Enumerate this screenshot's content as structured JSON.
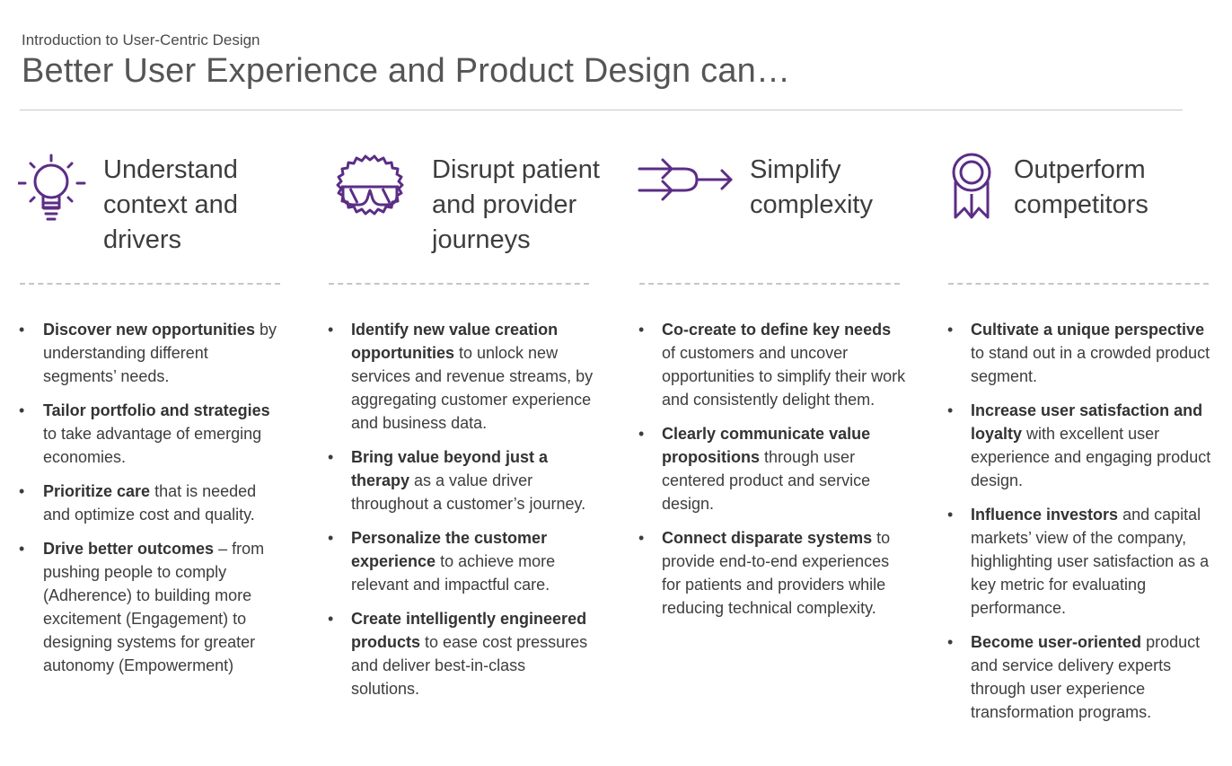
{
  "header": {
    "subtitle": "Introduction to User-Centric Design",
    "title": "Better User Experience and Product Design can…"
  },
  "accent_color": "#5b2d86",
  "columns": [
    {
      "icon": "lightbulb-icon",
      "heading": [
        "Understand",
        "context and",
        "drivers"
      ],
      "bullets": [
        {
          "bold": "Discover new opportunities",
          "text": " by understanding different segments’ needs."
        },
        {
          "bold": "Tailor portfolio and strategies",
          "text": " to take advantage of emerging economies."
        },
        {
          "bold": "Prioritize care",
          "text": " that is needed and optimize cost and quality."
        },
        {
          "bold": "Drive better outcomes",
          "text": " – from pushing people to comply (Adherence) to building more excitement (Engagement) to designing systems for greater autonomy (Empowerment)"
        }
      ]
    },
    {
      "icon": "person-with-glasses-icon",
      "heading": [
        "Disrupt patient",
        "and provider",
        "journeys"
      ],
      "bullets": [
        {
          "bold": "Identify new value creation opportunities",
          "text": " to unlock new services and revenue streams, by aggregating customer experience and business data."
        },
        {
          "bold": "Bring value beyond just a therapy",
          "text": " as a value driver throughout a customer’s journey."
        },
        {
          "bold": "Personalize the customer experience",
          "text": " to achieve more relevant and impactful care."
        },
        {
          "bold": "Create intelligently engineered products",
          "text": " to ease cost pressures and deliver best-in-class solutions."
        }
      ]
    },
    {
      "icon": "merge-arrows-icon",
      "heading": [
        "Simplify",
        "complexity"
      ],
      "bullets": [
        {
          "bold": "Co-create to define key needs",
          "text": " of customers and uncover opportunities to simplify their work and consistently delight them."
        },
        {
          "bold": "Clearly communicate value propositions",
          "text": " through user centered product and service design."
        },
        {
          "bold": "Connect disparate systems",
          "text": " to provide end-to-end experiences for patients and providers while reducing technical complexity."
        }
      ]
    },
    {
      "icon": "award-ribbon-icon",
      "heading": [
        "Outperform",
        "competitors"
      ],
      "bullets": [
        {
          "bold": "Cultivate a unique perspective",
          "text": " to stand out in a crowded product segment."
        },
        {
          "bold": "Increase user satisfaction and loyalty",
          "text": " with excellent user experience and engaging product design."
        },
        {
          "bold": "Influence investors",
          "text": " and capital markets’ view of the company, highlighting user satisfaction as a key metric for evaluating performance."
        },
        {
          "bold": "Become user-oriented",
          "text": " product and service delivery experts through user experience transformation programs."
        }
      ]
    }
  ]
}
